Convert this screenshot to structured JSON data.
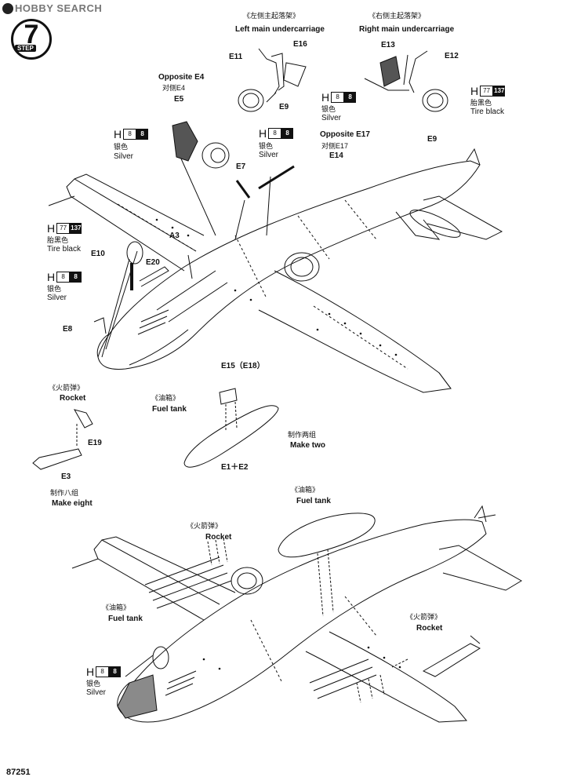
{
  "watermark": {
    "text": "HOBBY SEARCH"
  },
  "step": {
    "number": "7",
    "word": "STEP"
  },
  "page_code": "87251",
  "labels": {
    "left_main_cn": "《左侧主起落架》",
    "left_main_en": "Left main undercarriage",
    "right_main_cn": "《右侧主起落架》",
    "right_main_en": "Right main undercarriage",
    "opp_e4_en": "Opposite E4",
    "opp_e4_cn": "对侧E4",
    "opp_e17_en": "Opposite E17",
    "opp_e17_cn": "对侧E17",
    "rocket1_cn": "《火箭弹》",
    "rocket1_en": "Rocket",
    "fuel1_cn": "《油箱》",
    "fuel1_en": "Fuel tank",
    "make_two_cn": "制作两组",
    "make_two_en": "Make two",
    "make_eight_cn": "制作八组",
    "make_eight_en": "Make eight",
    "fuel2_cn": "《油箱》",
    "fuel2_en": "Fuel tank",
    "rocket2_cn": "《火箭弹》",
    "rocket2_en": "Rocket",
    "fuel3_cn": "《油箱》",
    "fuel3_en": "Fuel tank",
    "rocket3_cn": "《火箭弹》",
    "rocket3_en": "Rocket"
  },
  "parts": {
    "e11": "E11",
    "e16": "E16",
    "e9a": "E9",
    "e13": "E13",
    "e12": "E12",
    "e9b": "E9",
    "e5": "E5",
    "e7": "E7",
    "e14": "E14",
    "a3": "A3",
    "e10": "E10",
    "e20": "E20",
    "e8": "E8",
    "e15": "E15（E18）",
    "e1e2": "E1＋E2",
    "e19": "E19",
    "e3": "E3"
  },
  "paints": {
    "silver": {
      "letter": "H",
      "a": "8",
      "b": "8",
      "cn": "银色",
      "en": "Silver"
    },
    "tire": {
      "letter": "H",
      "a": "77",
      "b": "137",
      "cn": "胎黑色",
      "en": "Tire black"
    }
  },
  "colors": {
    "ink": "#111111",
    "dark_part": "#555555",
    "mid_part": "#8a8a8a",
    "watermark": "#777777"
  }
}
